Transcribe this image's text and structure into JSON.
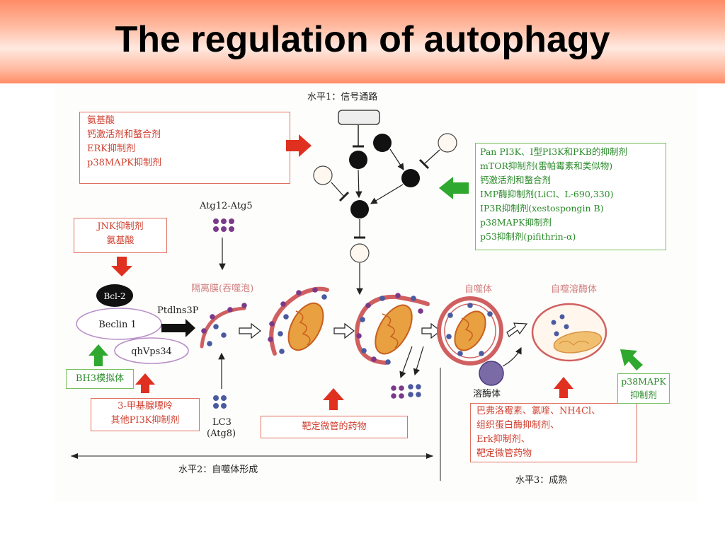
{
  "slide": {
    "title": "The regulation of autophagy"
  },
  "levels": {
    "level1": "水平1：信号通路",
    "level2": "水平2：自噬体形成",
    "level3": "水平3：成熟"
  },
  "boxes": {
    "red_topleft": [
      "氨基酸",
      "钙激活剂和螯合剂",
      "ERK抑制剂",
      "p38MAPK抑制剂"
    ],
    "red_jnk": [
      "JNK抑制剂",
      "氨基酸"
    ],
    "red_3ma": [
      "3-甲基腺嘌呤",
      "其他PI3K抑制剂"
    ],
    "red_microtubule": "靶定微管的药物",
    "red_maturation": [
      "巴弗洛霉素、氯喹、NH4Cl、",
      "组织蛋白酶抑制剂、",
      "Erk抑制剂、",
      "靶定微管药物"
    ],
    "green_right": [
      "Pan PI3K、I型PI3K和PKB的抑制剂",
      "mTOR抑制剂(雷帕霉素和类似物)",
      "钙激活剂和螯合剂",
      "IMP酶抑制剂(LiCl、L-690,330)",
      "IP3R抑制剂(xestospongin B)",
      "p38MAPK抑制剂",
      "p53抑制剂(pifithrin-α)"
    ],
    "green_bh3": "BH3模拟体",
    "green_p38": [
      "p38MAPK",
      "抑制剂"
    ]
  },
  "labels": {
    "atg12_atg5": "Atg12-Atg5",
    "isolation_membrane": "隔离膜(吞噬泡)",
    "autophagosome": "自噬体",
    "autolysosome": "自噬溶酶体",
    "lysosome": "溶酶体",
    "bcl2": "Bcl-2",
    "beclin1": "Beclin 1",
    "hvps34": "qhVps34",
    "ptdins3p": "Ptdlns3P",
    "lc3": "LC3",
    "atg8": "(Atg8)"
  },
  "colors": {
    "red_arrow": "#e03020",
    "green_arrow": "#2ea82e",
    "lipid_dot": "#7a3a8a",
    "lc3_dot": "#4a5aa0",
    "membrane": "#d06060",
    "mito_fill": "#e8a040",
    "mito_edge": "#c86020"
  }
}
